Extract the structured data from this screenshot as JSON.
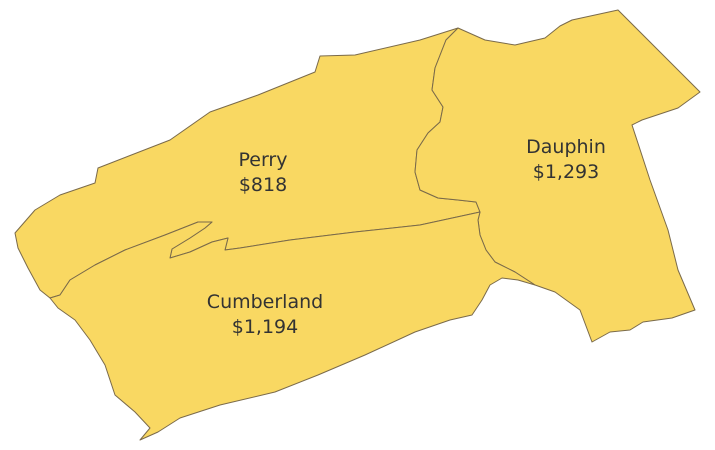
{
  "map": {
    "fill_color": "#f9d862",
    "border_color": "#7a6a4a",
    "label_color": "#333333",
    "regions": [
      {
        "id": "perry",
        "name": "Perry",
        "value": "$818"
      },
      {
        "id": "dauphin",
        "name": "Dauphin",
        "value": "$1,293"
      },
      {
        "id": "cumberland",
        "name": "Cumberland",
        "value": "$1,194"
      }
    ]
  }
}
